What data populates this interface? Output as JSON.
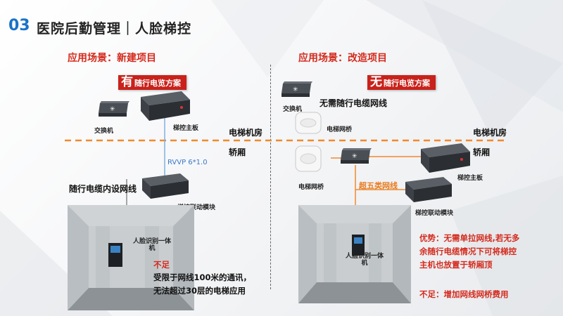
{
  "header": {
    "number": "03",
    "title": "医院后勤管理｜人脸梯控"
  },
  "left": {
    "scene": "应用场景：新建项目",
    "badge_big": "有",
    "badge_rest": "随行电览方案",
    "switch_label": "交换机",
    "board_label": "梯控主板",
    "machine_room": "电梯机房",
    "car": "轿厢",
    "cable": "RVVP 6*1.0",
    "inner_wire": "随行电缆内设网线",
    "module_label": "梯控联动模块",
    "face_label": "人脸识别一体机",
    "deficit_title": "不足",
    "deficit_lines": [
      "受限于网线100米的通讯，",
      "无法超过30层的电梯应用"
    ]
  },
  "right": {
    "scene": "应用场景：改造项目",
    "badge_big": "无",
    "badge_rest": "随行电览方案",
    "switch_label": "交换机",
    "no_cable": "无需随行电缆网线",
    "bridge_top": "电梯网桥",
    "machine_room": "电梯机房",
    "car": "轿厢",
    "bridge_bottom": "电梯网桥",
    "board_label": "梯控主板",
    "cat5": "超五类网线",
    "module_label": "梯控联动模块",
    "face_label": "人脸识别一体机",
    "advantage_lines": [
      "优势：无需单拉网线,若无多",
      "余随行电缆情况下可将梯控",
      "主机也放置于轿厢顶"
    ],
    "deficit": "不足：增加网线网桥费用"
  },
  "colors": {
    "accent_blue": "#1a73c8",
    "red": "#d42a1c",
    "orange_line": "#f08a2c",
    "cable_blue": "#7fb0e0"
  }
}
